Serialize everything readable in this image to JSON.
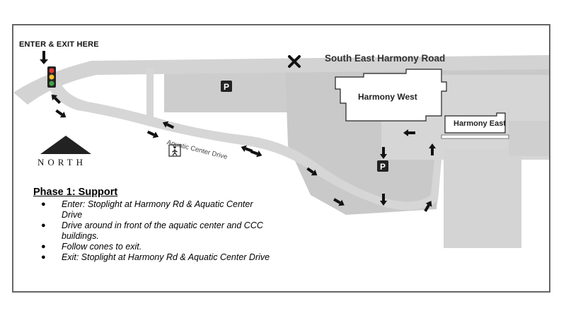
{
  "map": {
    "enter_exit_label": "ENTER & EXIT HERE",
    "road_label": "South East Harmony Road",
    "drive_label": "Aquatic Center Drive",
    "buildings": [
      {
        "name": "Harmony West"
      },
      {
        "name": "Harmony East"
      }
    ],
    "parking_symbol": "P",
    "north_label": "NORTH",
    "icons": [
      "traffic-light-icon",
      "closed-x-icon",
      "pedestrian-crossing-icon",
      "north-arrow-icon",
      "parking-icon",
      "direction-arrow-icon"
    ],
    "colors": {
      "road": "#d9d9d9",
      "lot": "#c8c8c8",
      "arrow": "#111111",
      "light_red": "#e53935",
      "light_yellow": "#fbc02d",
      "light_green": "#43a047"
    }
  },
  "legend": {
    "title": "Phase 1: Support",
    "bullet": "●",
    "items": [
      "Enter: Stoplight at Harmony Rd & Aquatic Center Drive",
      "Drive around in front of the aquatic center and CCC buildings.",
      "Follow cones to exit.",
      "Exit: Stoplight at Harmony Rd & Aquatic Center Drive"
    ]
  }
}
